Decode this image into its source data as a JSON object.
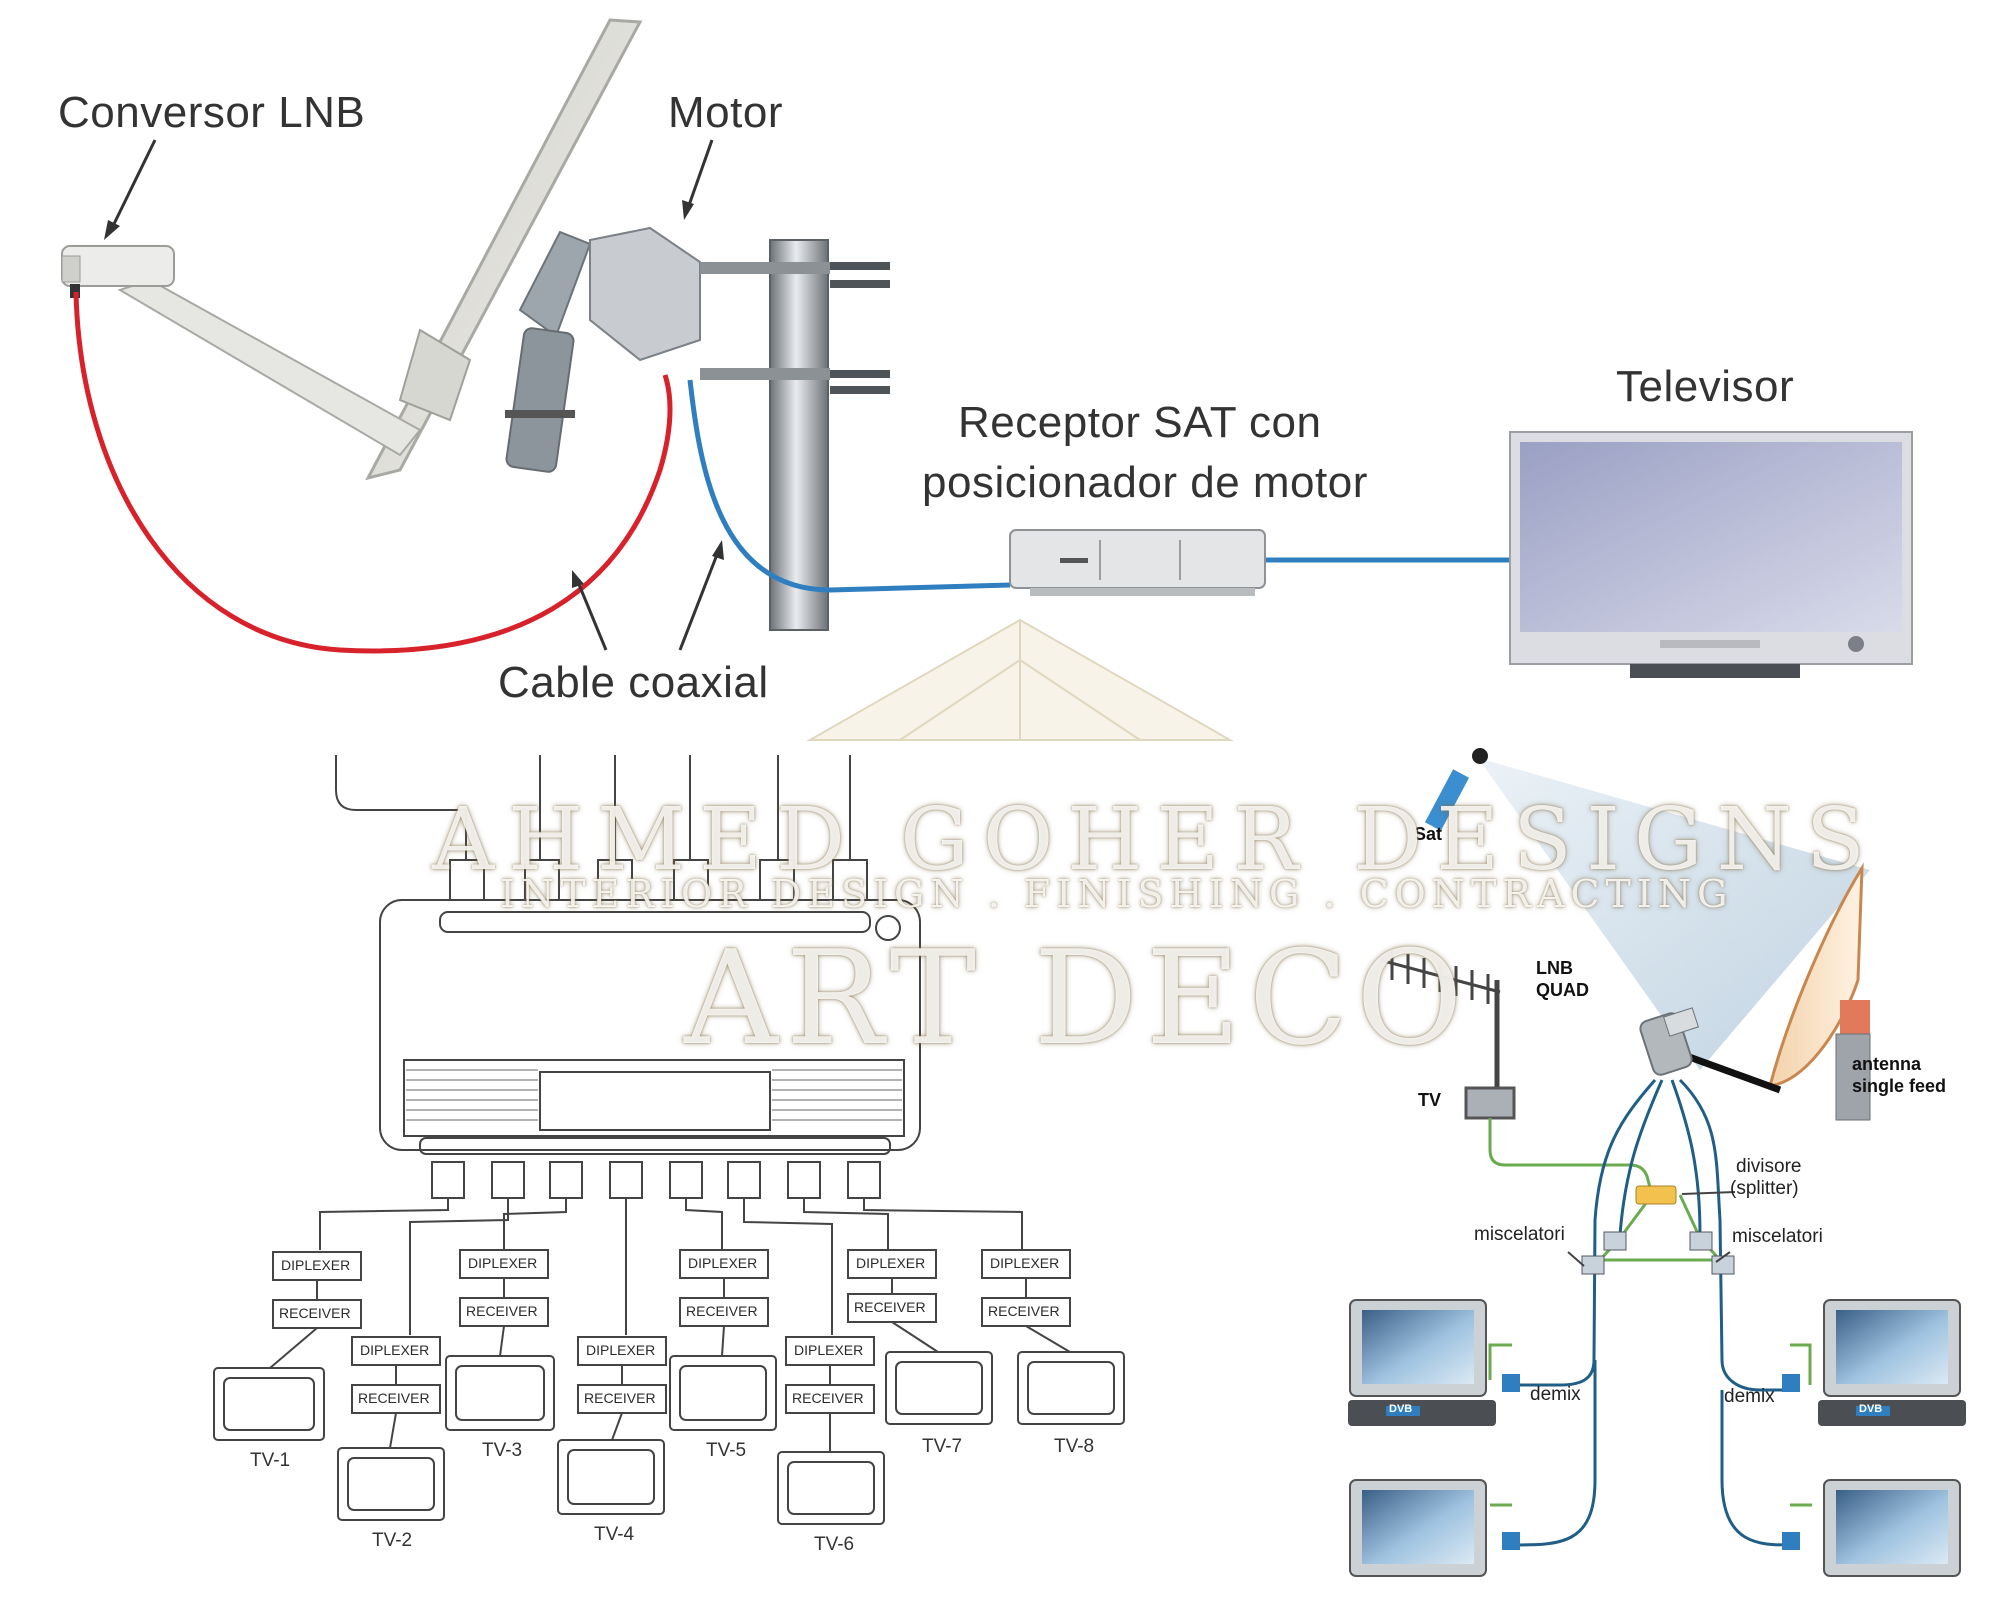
{
  "top_diagram": {
    "lnb_label": "Conversor LNB",
    "motor_label": "Motor",
    "cable_label": "Cable coaxial",
    "receiver_label_line1": "Receptor SAT con",
    "receiver_label_line2": "posicionador de motor",
    "tv_label": "Televisor"
  },
  "multiswitch_diagram": {
    "diplexer_label": "DIPLEXER",
    "receiver_label": "RECEIVER",
    "tv_labels": [
      "TV-1",
      "TV-2",
      "TV-3",
      "TV-4",
      "TV-5",
      "TV-6",
      "TV-7",
      "TV-8"
    ]
  },
  "quad_diagram": {
    "sat_label": "Sat",
    "lnb_line1": "LNB",
    "lnb_line2": "QUAD",
    "tv_antenna_label": "TV",
    "antenna_line1": "antenna",
    "antenna_line2": "single feed",
    "splitter_line1": "divisore",
    "splitter_line2": "(splitter)",
    "mixers_left": "miscelatori",
    "mixers_right": "miscelatori",
    "demix_left": "demix",
    "demix_right": "demix",
    "dvb_label": "DVB"
  },
  "watermark": {
    "line1": "AHMED GOHER DESIGNS",
    "line2": "INTERIOR DESIGN . FINISHING . CONTRACTING",
    "line3": "ART DECO"
  },
  "colors": {
    "red_cable": "#d8222b",
    "blue_cable": "#2f7fc0",
    "green_line": "#6bab4f",
    "navy_line": "#1f5e86",
    "splitter": "#f2c14e"
  }
}
